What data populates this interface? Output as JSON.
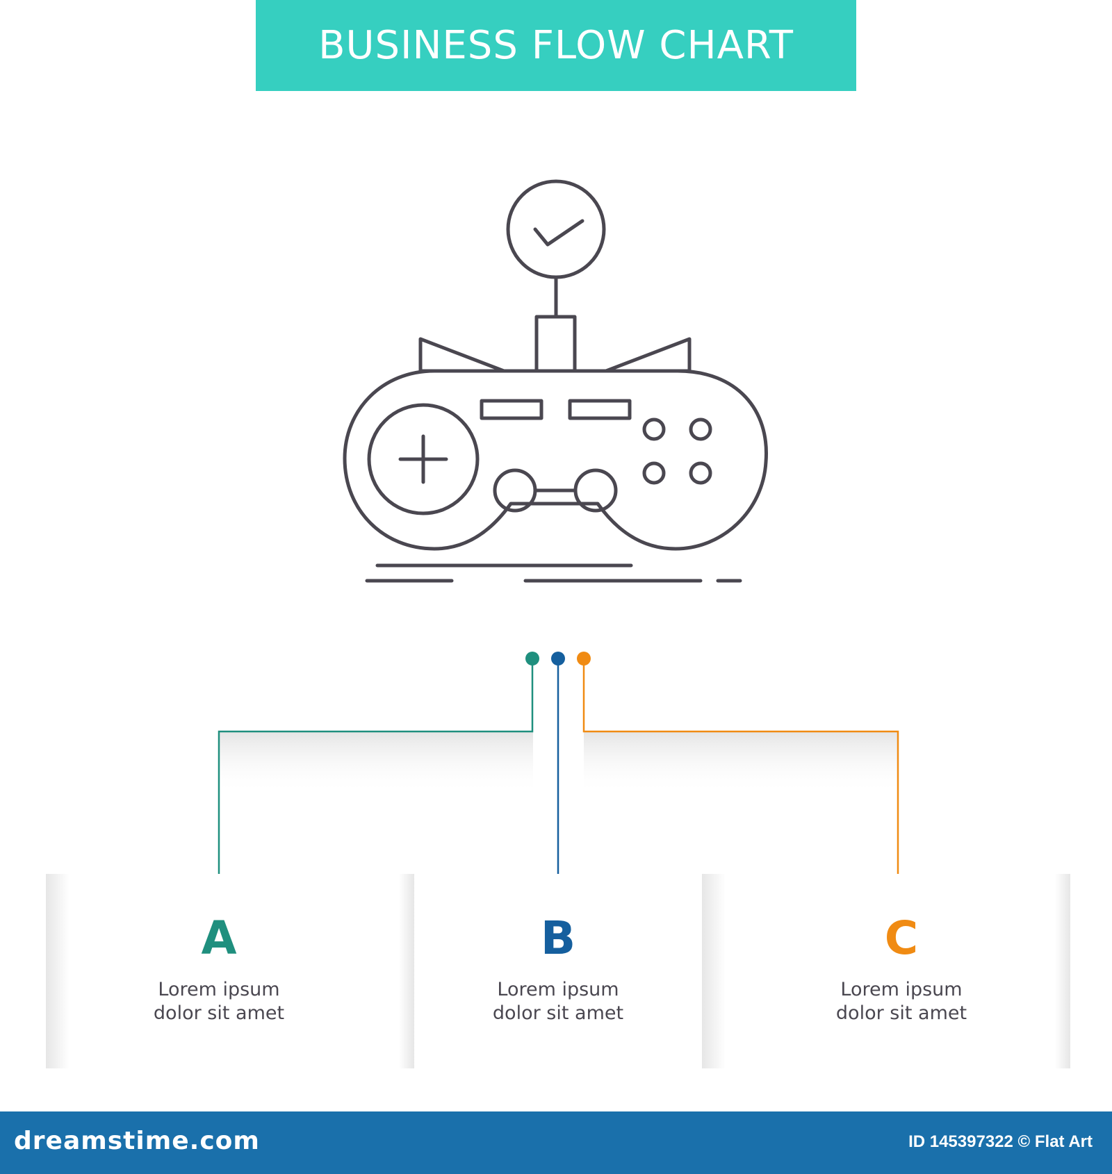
{
  "title": "BUSINESS FLOW CHART",
  "icon": "gamepad-with-checkmark-icon",
  "colors": {
    "banner": "#36cfc0",
    "step_a": "#1f8f7e",
    "step_b": "#155f9e",
    "step_c": "#f08b13",
    "icon_stroke": "#4a4750",
    "footer": "#1a70ab"
  },
  "steps": [
    {
      "letter": "A",
      "text": "Lorem ipsum dolor sit amet"
    },
    {
      "letter": "B",
      "text": "Lorem ipsum dolor sit amet"
    },
    {
      "letter": "C",
      "text": "Lorem ipsum dolor sit amet"
    }
  ],
  "footer": {
    "site": "dreamstime.com",
    "credit": "ID 145397322 © Flat Art"
  }
}
